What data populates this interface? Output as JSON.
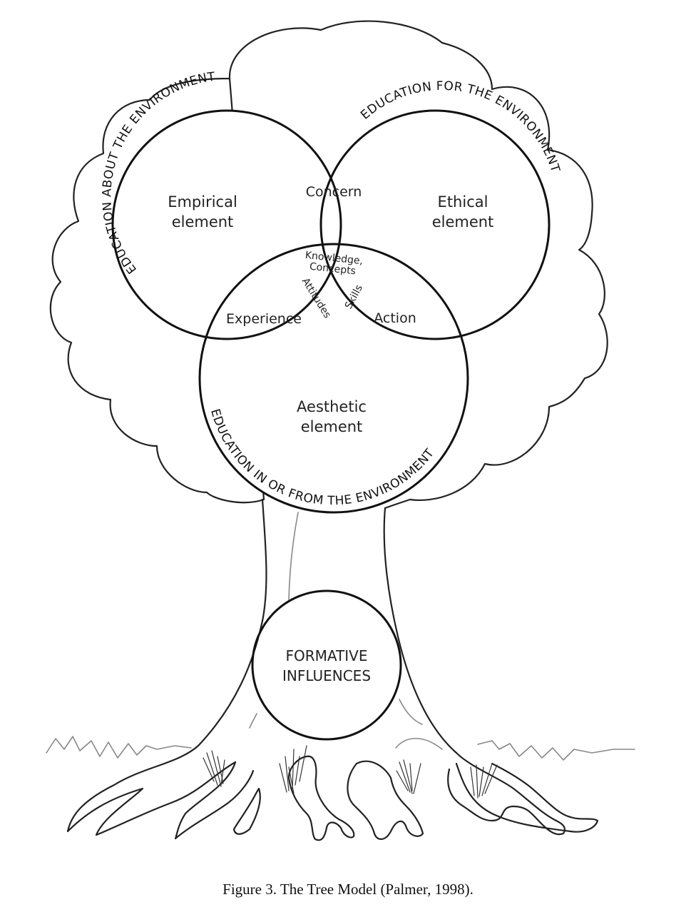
{
  "figure": {
    "caption": "Figure 3. The Tree Model (Palmer, 1998)."
  },
  "circles": {
    "about": {
      "arc_label": "EDUCATION ABOUT THE ENVIRONMENT",
      "element_line1": "Empirical",
      "element_line2": "element"
    },
    "for": {
      "arc_label": "EDUCATION FOR THE ENVIRONMENT",
      "element_line1": "Ethical",
      "element_line2": "element"
    },
    "in_from": {
      "arc_label": "EDUCATION IN OR FROM THE ENVIRONMENT",
      "element_line1": "Aesthetic",
      "element_line2": "element"
    }
  },
  "overlaps": {
    "about_for": "Concern",
    "about_in": "Experience",
    "for_in": "Action",
    "center": {
      "line1": "Knowledge,",
      "line2": "Concepts",
      "left": "Attitudes",
      "right": "Skills"
    }
  },
  "trunk": {
    "line1": "FORMATIVE",
    "line2": "INFLUENCES"
  }
}
